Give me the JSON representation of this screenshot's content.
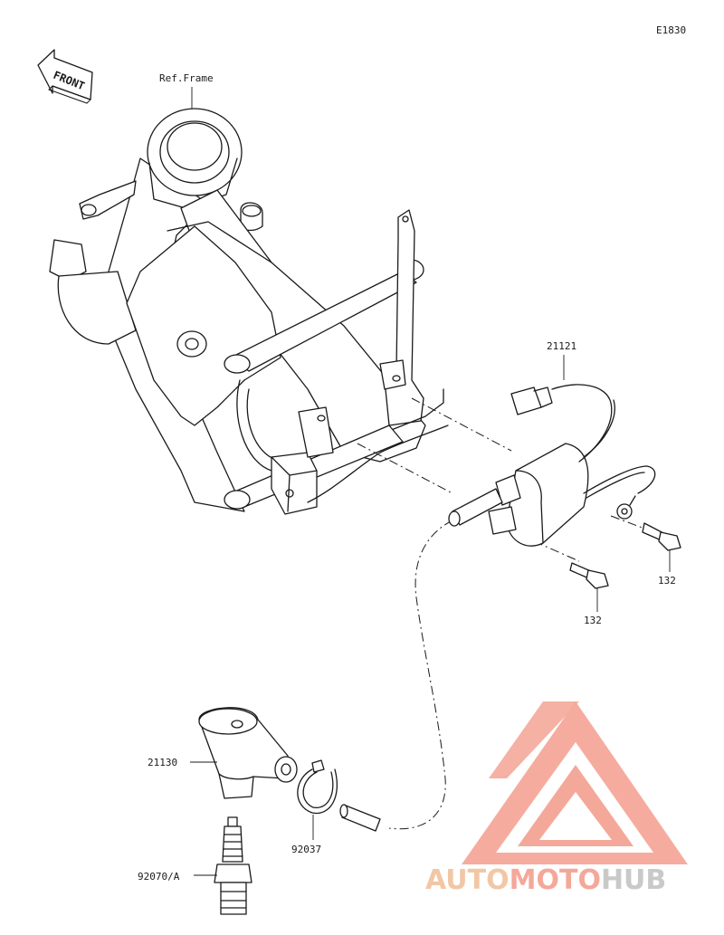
{
  "diagram_code": "E1830",
  "front_label": "FRONT",
  "labels": {
    "ref_frame": "Ref.Frame",
    "coil": "21121",
    "bolt_a": "132",
    "bolt_b": "132",
    "plug_cap": "21130",
    "clip": "92037",
    "spark_plug": "92070/A"
  },
  "watermark": {
    "part1": "AUTO",
    "part2": "MOTO",
    "part3": "HUB",
    "color_primary": "#f4a89a",
    "color_secondary": "#f2c7a6",
    "color_hub": "#c9c9c9"
  }
}
